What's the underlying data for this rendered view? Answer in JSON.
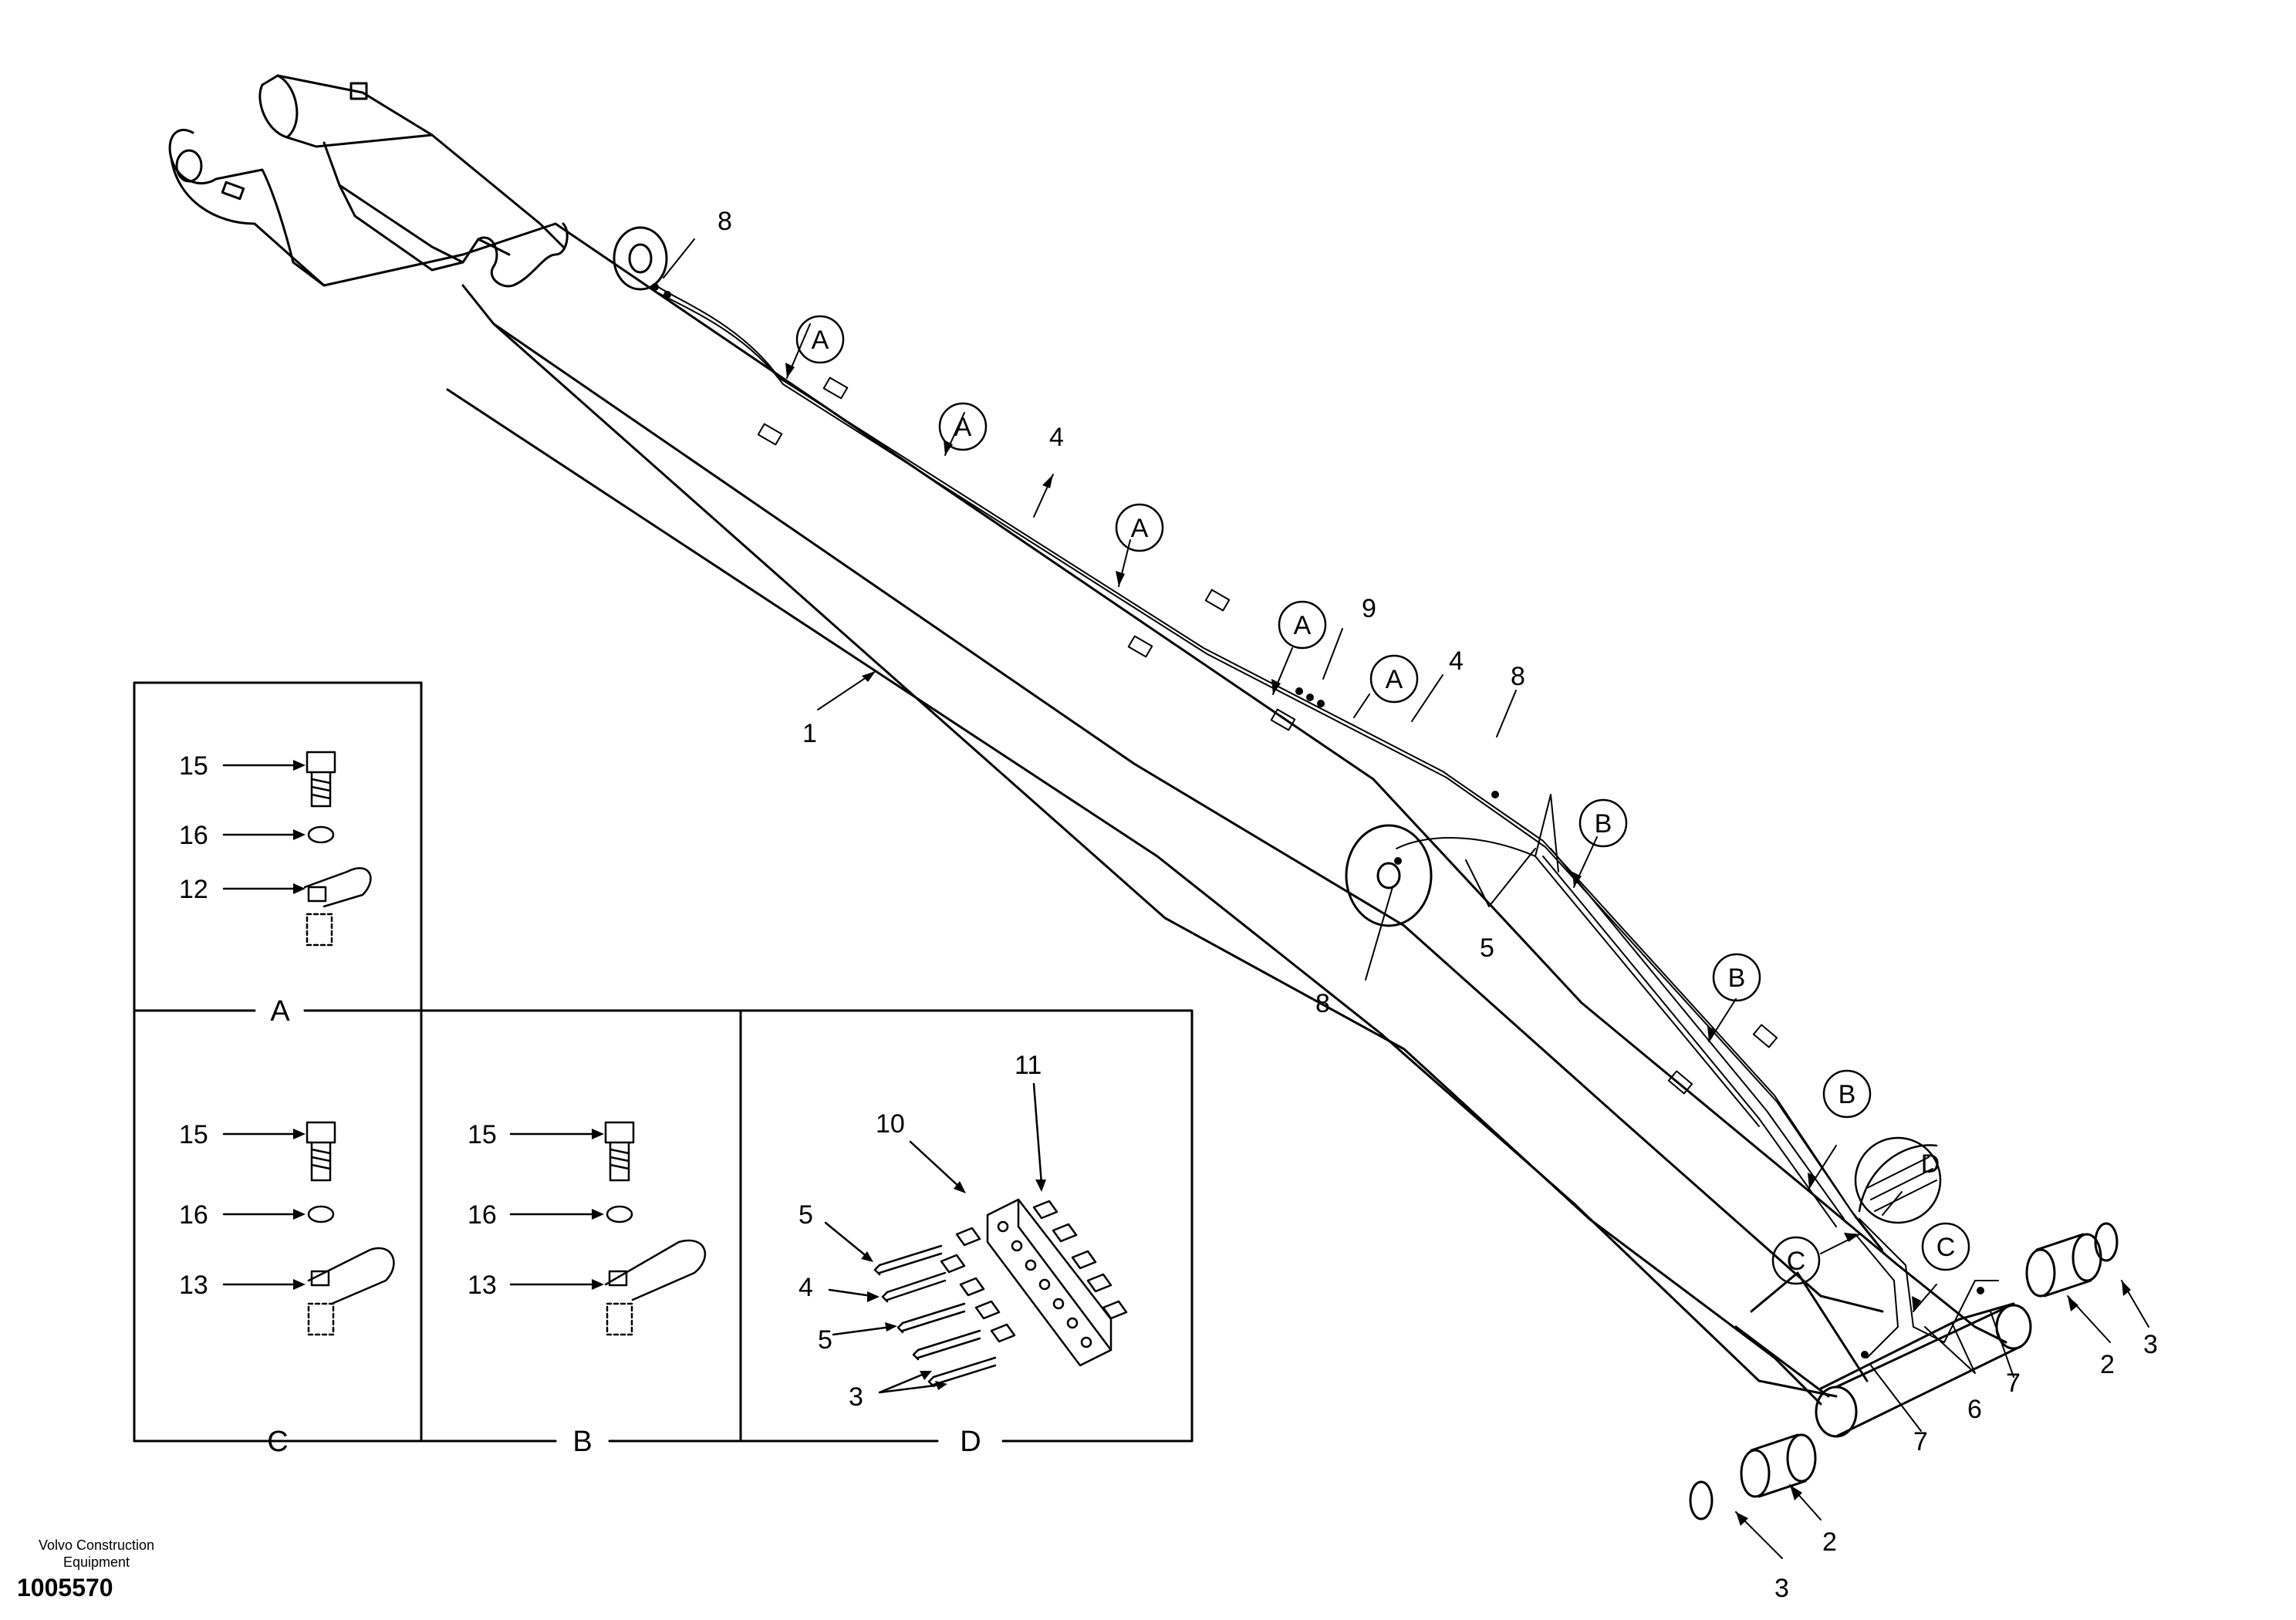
{
  "footer": {
    "brand_line1": "Volvo Construction",
    "brand_line2": "Equipment",
    "doc_number": "1005570"
  },
  "callouts": {
    "c1": "1",
    "c2a": "2",
    "c2b": "2",
    "c3a": "3",
    "c3b": "3",
    "c4a": "4",
    "c4b": "4",
    "c5": "5",
    "c6": "6",
    "c7a": "7",
    "c7b": "7",
    "c8a": "8",
    "c8b": "8",
    "c8c": "8",
    "c9": "9"
  },
  "circled_refs": {
    "a1": "A",
    "a2": "A",
    "a3": "A",
    "a4": "A",
    "a5": "A",
    "b1": "B",
    "b2": "B",
    "b3": "B",
    "c1": "C",
    "c2": "C",
    "d1": "D"
  },
  "detail_panels": {
    "A": {
      "letter": "A",
      "labels": [
        "15",
        "16",
        "12"
      ]
    },
    "C": {
      "letter": "C",
      "labels": [
        "15",
        "16",
        "13"
      ]
    },
    "B": {
      "letter": "B",
      "labels": [
        "15",
        "16",
        "13"
      ]
    },
    "D": {
      "letter": "D",
      "labels": [
        "11",
        "10",
        "5",
        "4",
        "5",
        "3"
      ]
    }
  }
}
